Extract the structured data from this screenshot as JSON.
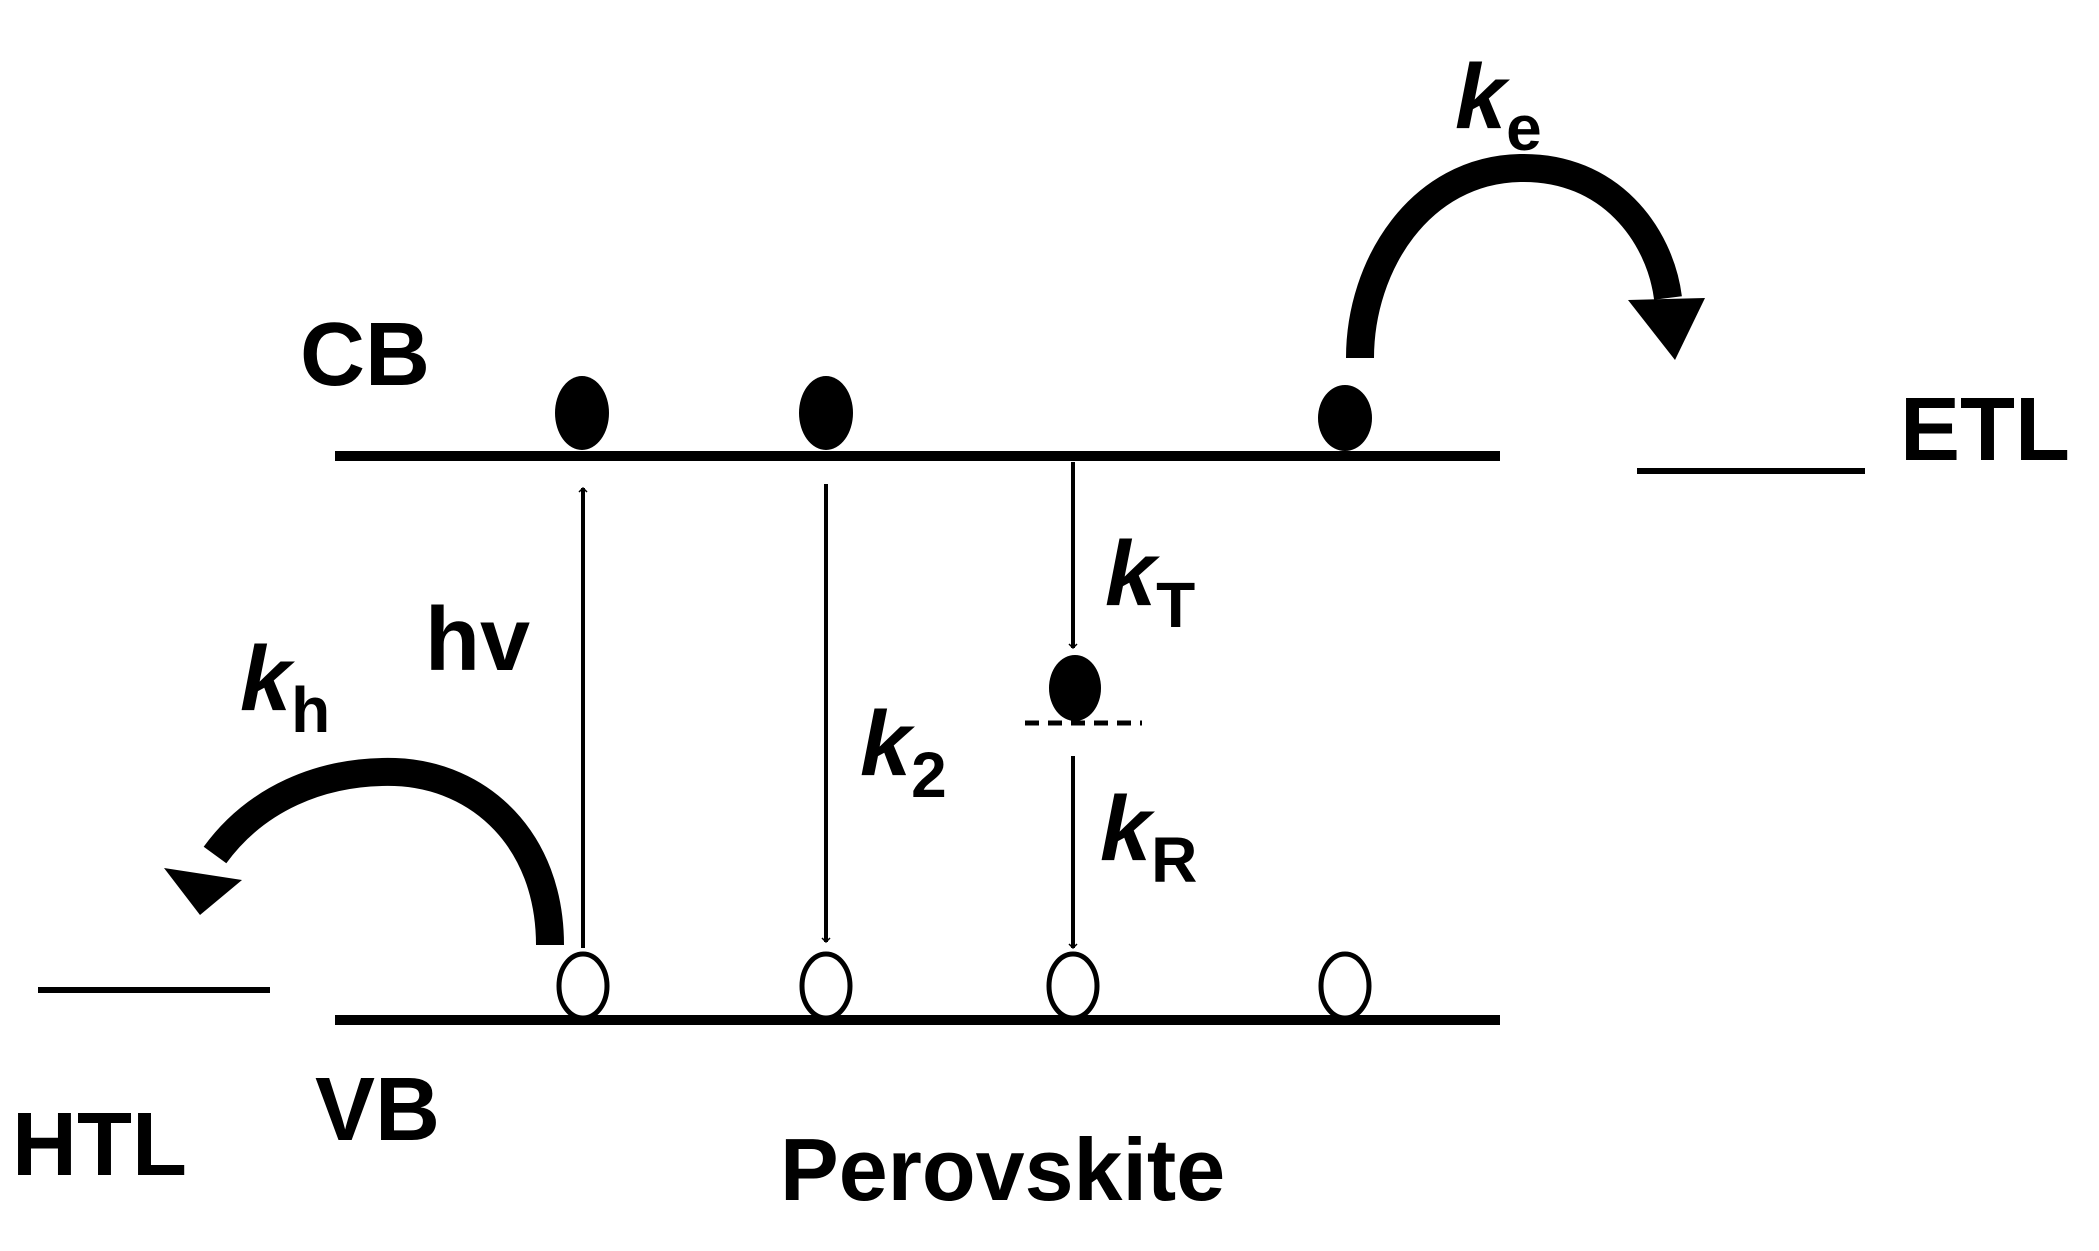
{
  "labels": {
    "cb": "CB",
    "vb": "VB",
    "etl": "ETL",
    "htl": "HTL",
    "perovskite": "Perovskite",
    "hv": "hv",
    "k_symbol": "k",
    "ke_sub": "e",
    "kh_sub": "h",
    "kt_sub": "T",
    "kr_sub": "R",
    "k2_sub": "2"
  },
  "colors": {
    "line": "#000000",
    "background": "#ffffff",
    "hole_fill": "#ffffff"
  }
}
